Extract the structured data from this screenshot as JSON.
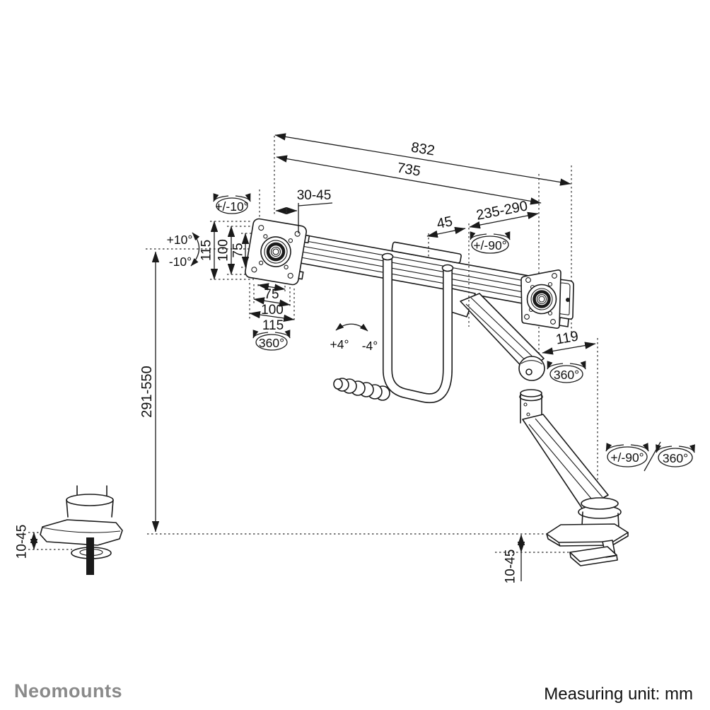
{
  "footer": {
    "brand": "Neomounts",
    "measuring_unit": "Measuring unit: mm"
  },
  "dimensions": {
    "total_width": "832",
    "rail_width": "735",
    "plate_to_rail": "30-45",
    "slider_offset": "45",
    "arm_extension": "235-290",
    "pivot_offset": "119",
    "height_range": "291-550",
    "grommet_clamp_range": "10-45",
    "desk_clamp_range": "10-45",
    "vesa_vertical": {
      "outer": "115",
      "middle": "100",
      "inner": "75"
    },
    "vesa_horizontal": {
      "inner": "75",
      "middle": "100",
      "outer": "115"
    }
  },
  "rotations": {
    "head_tilt_range": "+/-10°",
    "head_tilt_up": "+10°",
    "head_tilt_down": "-10°",
    "head_swivel": "360°",
    "rail_tilt_up": "+4°",
    "rail_tilt_down": "-4°",
    "head_rotation": "+/-90°",
    "elbow_swivel": "360°",
    "base_swivel": "+/-90°",
    "base_rotation": "360°"
  }
}
